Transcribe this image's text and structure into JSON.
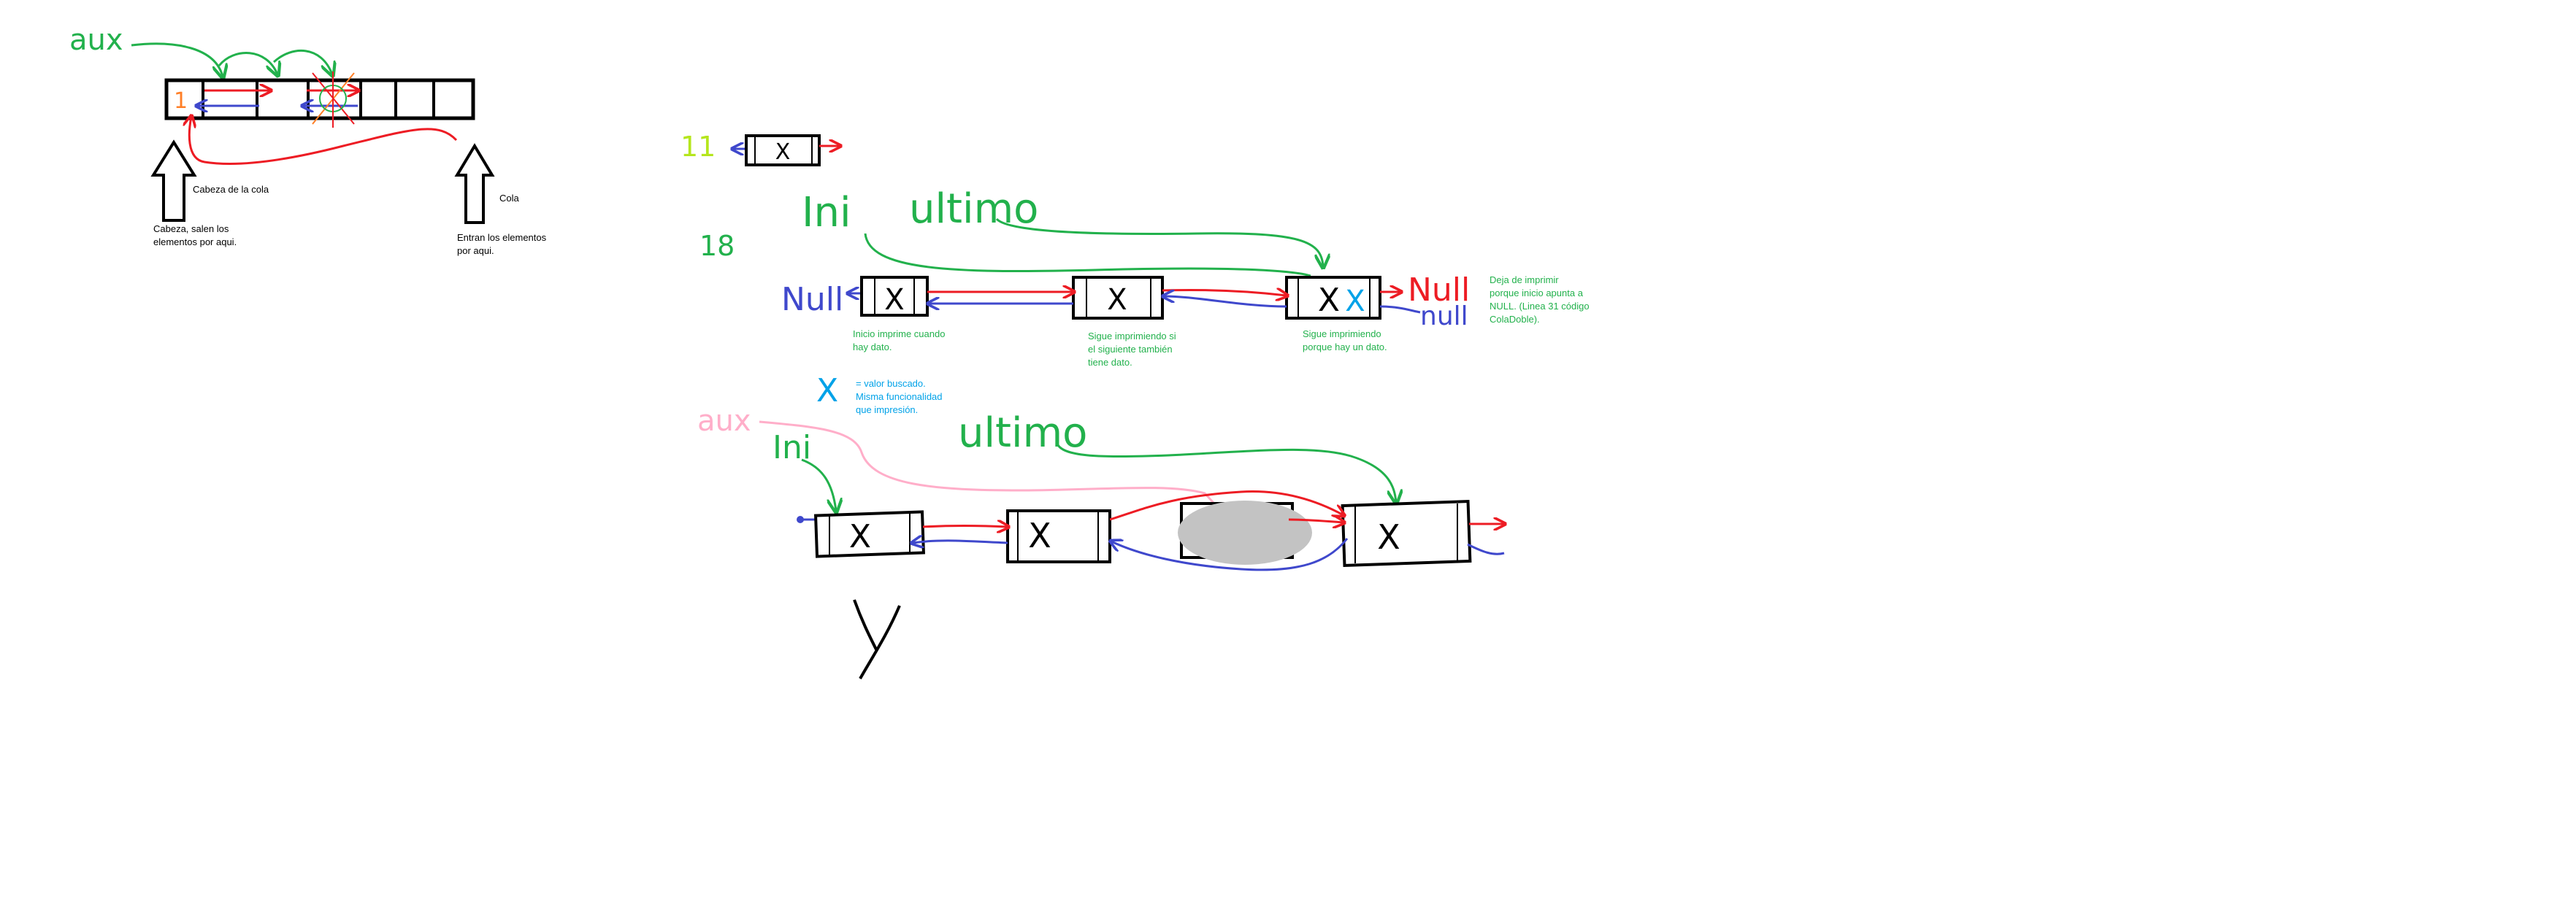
{
  "colors": {
    "black": "#000000",
    "green": "#22b14c",
    "red": "#ed1c24",
    "blue": "#3f48cc",
    "cyan": "#00a2e8",
    "pink": "#ffaec9",
    "lime": "#b5e61d",
    "orange": "#ff7f27",
    "gray": "#c3c3c3"
  },
  "queue_array": {
    "aux_label": "aux",
    "slot_value": "1",
    "head_caption": "Cabeza de la cola",
    "head_note_line1": "Cabeza, salen los",
    "head_note_line2": "elementos por aqui.",
    "tail_caption": "Cola",
    "tail_note_line1": "Entran los elementos",
    "tail_note_line2": "por aqui."
  },
  "single_node": {
    "line_number": "11",
    "node_value": "X"
  },
  "print_list": {
    "line_number": "18",
    "ini_label": "Ini",
    "ultimo_label": "ultimo",
    "null_left": "Null",
    "null_right_red": "Null",
    "null_right_blue": "null",
    "node_values": [
      "X",
      "X",
      "X"
    ],
    "found_mark": "X",
    "note1_lines": [
      "Inicio imprime cuando",
      "hay dato."
    ],
    "note2_lines": [
      "Sigue imprimiendo si",
      "el siguiente también",
      "tiene dato."
    ],
    "note3_lines": [
      "Sigue imprimiendo",
      "porque hay un dato."
    ],
    "note4_lines": [
      "Deja de imprimir",
      "porque inicio apunta a",
      "NULL. (Linea 31 código",
      "ColaDoble)."
    ],
    "legend_mark": "X",
    "legend_lines": [
      "= valor buscado.",
      "Misma funcionalidad",
      "que impresión."
    ]
  },
  "delete_list": {
    "aux_label": "aux",
    "ini_label": "Ini",
    "ultimo_label": "ultimo",
    "node_values": [
      "X",
      "X",
      "X"
    ],
    "y_mark": "Y"
  }
}
